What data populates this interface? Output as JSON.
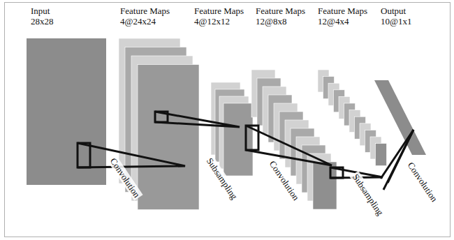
{
  "diagram": {
    "labels": [
      "Input",
      "28x28",
      "Feature Maps",
      "4@24x24",
      "Feature Maps",
      "4@12x12",
      "Feature Maps",
      "12@8x8",
      "Feature Maps",
      "12@4x4",
      "Output",
      "10@1x1",
      "Convolution",
      "Subsampling",
      "Convolution",
      "Subsampling",
      "Convolution"
    ]
  }
}
